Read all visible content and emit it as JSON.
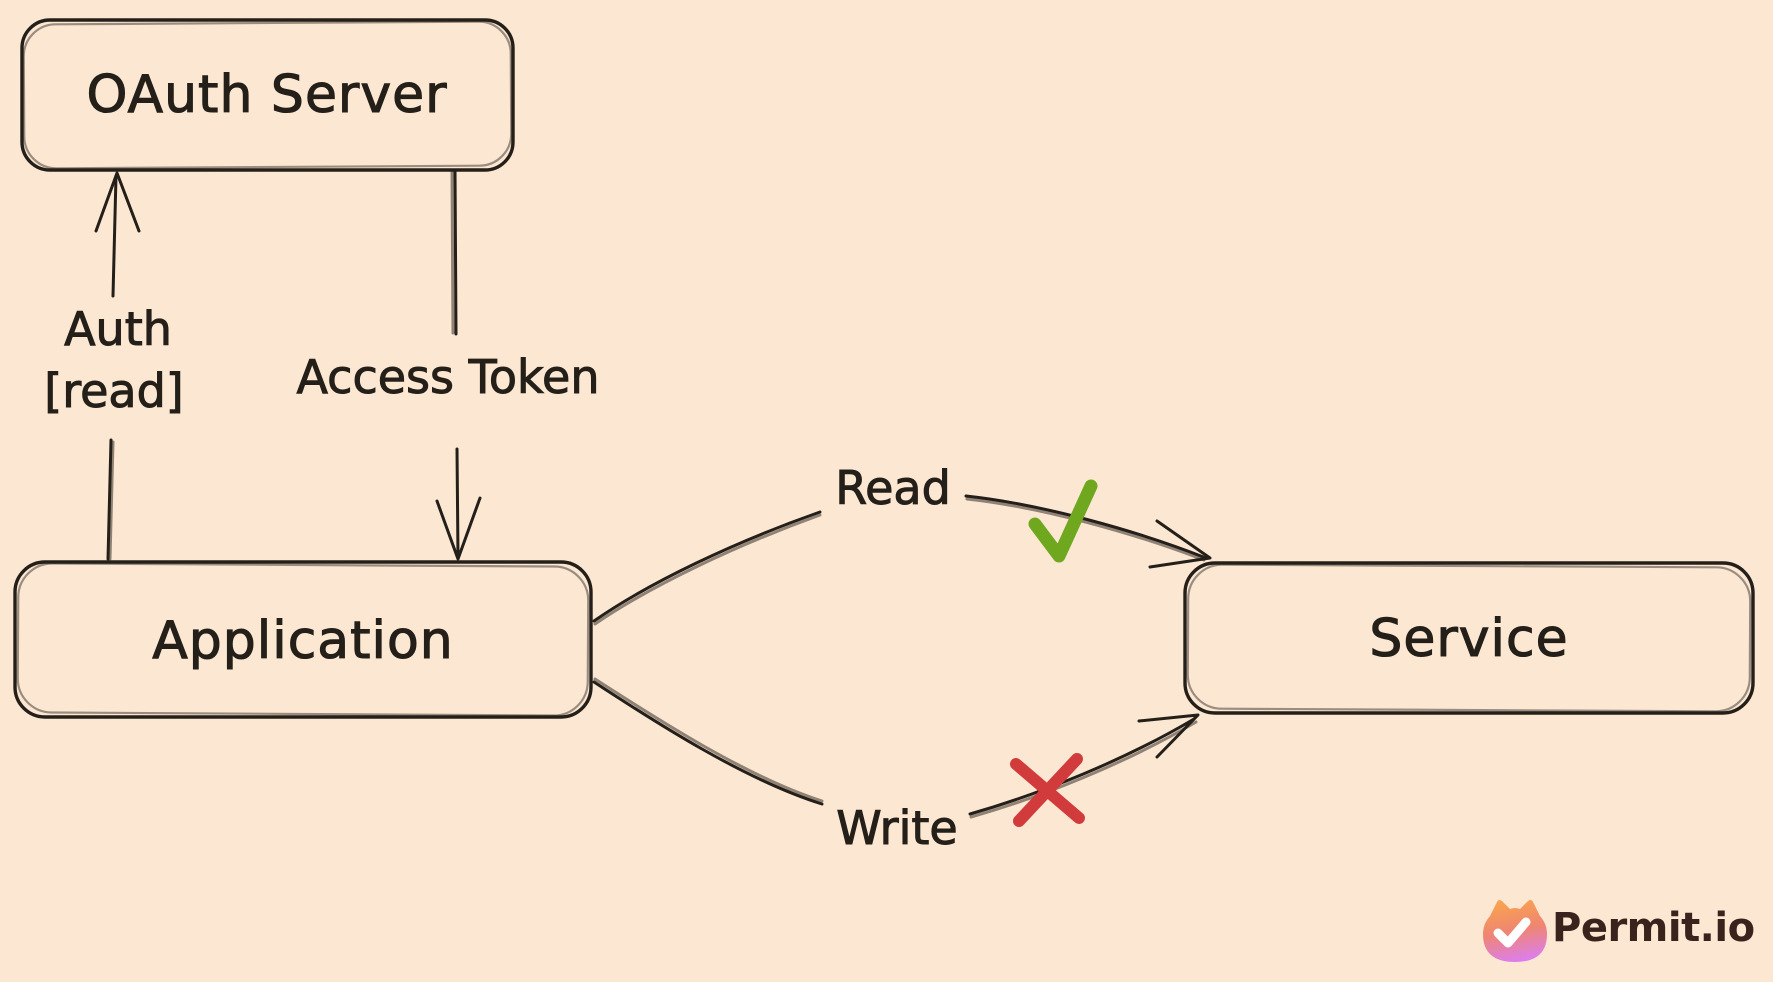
{
  "canvas": {
    "background_color": "#FCE7D3",
    "ink_color": "#242019",
    "style": "hand-drawn diagram"
  },
  "nodes": {
    "oauth_server": {
      "label": "OAuth Server"
    },
    "application": {
      "label": "Application"
    },
    "service": {
      "label": "Service"
    }
  },
  "edges": {
    "auth": {
      "label_line1": "Auth",
      "label_line2": "[read]",
      "from": "Application",
      "to": "OAuth Server"
    },
    "access_token": {
      "label": "Access Token",
      "from": "OAuth Server",
      "to": "Application"
    },
    "read": {
      "label": "Read",
      "from": "Application",
      "to": "Service",
      "status": "allowed",
      "icon": "check-icon",
      "icon_color": "#6FA81F"
    },
    "write": {
      "label": "Write",
      "from": "Application",
      "to": "Service",
      "status": "denied",
      "icon": "x-icon",
      "icon_color": "#D23B3B"
    }
  },
  "branding": {
    "logo_text": "Permit.io",
    "logo_icon": "permit-cat-icon",
    "logo_text_color": "#3A231C",
    "logo_gradient": [
      "#F9A44E",
      "#EF8572",
      "#DC7EF0"
    ]
  }
}
